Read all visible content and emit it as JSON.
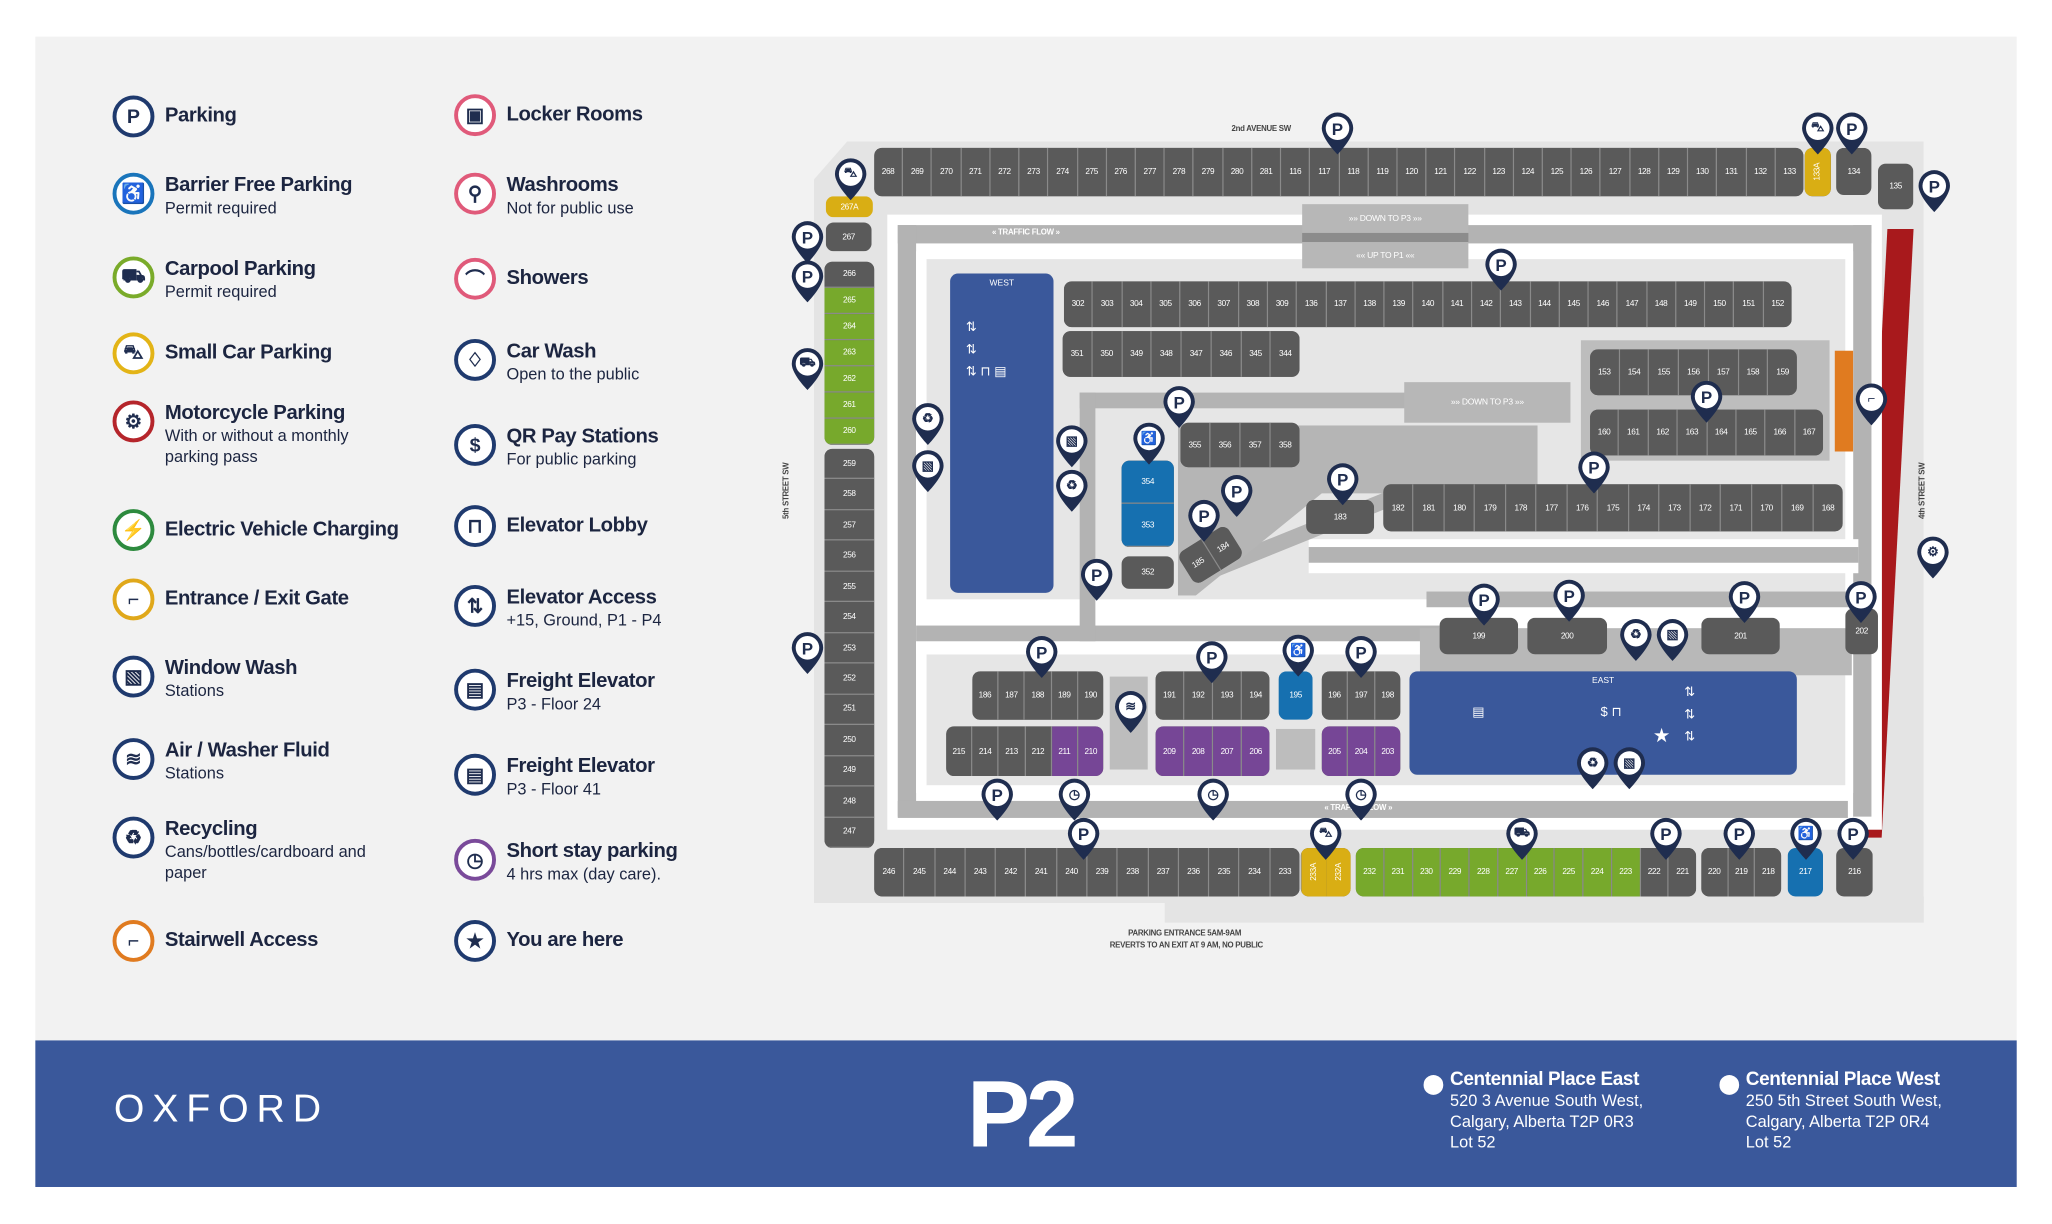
{
  "legend": {
    "left": [
      {
        "icon": "parking-icon",
        "glyph": "P",
        "color": "#1f3a6e",
        "title": "Parking",
        "sub": ""
      },
      {
        "icon": "barrier-free-icon",
        "glyph": "♿",
        "color": "#1a75bb",
        "title": "Barrier Free Parking",
        "sub": "Permit required"
      },
      {
        "icon": "carpool-icon",
        "glyph": "⛟",
        "color": "#7aab2a",
        "title": "Carpool Parking",
        "sub": "Permit required"
      },
      {
        "icon": "small-car-icon",
        "glyph": "⛍",
        "color": "#e3b417",
        "title": "Small Car Parking",
        "sub": ""
      },
      {
        "icon": "motorcycle-icon",
        "glyph": "⚙",
        "color": "#b5252b",
        "title": "Motorcycle Parking",
        "sub": "With or without a monthly parking pass"
      },
      {
        "icon": "ev-charging-icon",
        "glyph": "⚡",
        "color": "#2d8a3e",
        "title": "Electric Vehicle Charging",
        "sub": ""
      },
      {
        "icon": "gate-icon",
        "glyph": "⌐",
        "color": "#e0a81a",
        "title": "Entrance / Exit Gate",
        "sub": ""
      },
      {
        "icon": "window-wash-icon",
        "glyph": "▧",
        "color": "#1f3a6e",
        "title": "Window Wash",
        "sub": "Stations"
      },
      {
        "icon": "air-washer-fluid-icon",
        "glyph": "≋",
        "color": "#1f3a6e",
        "title": "Air / Washer Fluid",
        "sub": "Stations"
      },
      {
        "icon": "recycling-icon",
        "glyph": "♻",
        "color": "#1f3a6e",
        "title": "Recycling",
        "sub": "Cans/bottles/cardboard and paper"
      },
      {
        "icon": "stairwell-icon",
        "glyph": "⌐",
        "color": "#e07b20",
        "title": "Stairwell Access",
        "sub": ""
      }
    ],
    "right": [
      {
        "icon": "locker-icon",
        "glyph": "▣",
        "color": "#e05a7a",
        "title": "Locker Rooms",
        "sub": ""
      },
      {
        "icon": "washroom-icon",
        "glyph": "⚲",
        "color": "#e05a7a",
        "title": "Washrooms",
        "sub": "Not for public use"
      },
      {
        "icon": "shower-icon",
        "glyph": "⌒",
        "color": "#e05a7a",
        "title": "Showers",
        "sub": ""
      },
      {
        "icon": "car-wash-icon",
        "glyph": "♢",
        "color": "#1f3a6e",
        "title": "Car Wash",
        "sub": "Open to the public"
      },
      {
        "icon": "qr-pay-icon",
        "glyph": "$",
        "color": "#1f3a6e",
        "title": "QR Pay Stations",
        "sub": "For public parking"
      },
      {
        "icon": "elevator-lobby-icon",
        "glyph": "⊓",
        "color": "#1f3a6e",
        "title": "Elevator Lobby",
        "sub": ""
      },
      {
        "icon": "elevator-access-icon",
        "glyph": "⇅",
        "color": "#1f3a6e",
        "title": "Elevator Access",
        "sub": "+15, Ground, P1 - P4"
      },
      {
        "icon": "freight-elevator-icon",
        "glyph": "▤",
        "color": "#1f3a6e",
        "title": "Freight Elevator",
        "sub": "P3 - Floor 24"
      },
      {
        "icon": "freight-elevator-icon",
        "glyph": "▤",
        "color": "#1f3a6e",
        "title": "Freight Elevator",
        "sub": "P3 - Floor 41"
      },
      {
        "icon": "short-stay-icon",
        "glyph": "◷",
        "color": "#7a4a9a",
        "title": "Short stay parking",
        "sub": "4 hrs max (day care)."
      },
      {
        "icon": "star-icon",
        "glyph": "★",
        "color": "#1f3a6e",
        "title": "You are here",
        "sub": ""
      }
    ]
  },
  "map": {
    "pin_letter": "P",
    "labels": {
      "street_north": "2nd AVENUE SW",
      "street_west": "5th STREET SW",
      "street_east": "4th STREET SW",
      "traffic_flow": "« TRAFFIC FLOW »",
      "traffic_flow_bottom": "« TRAFFIC FLOW »",
      "down_to_p3": "»» DOWN TO P3 »»",
      "up_to_p1": "«« UP TO P1 ««",
      "down_to_p3_2": "»» DOWN TO P3 »»",
      "west": "WEST",
      "east": "EAST",
      "entrance_1": "PARKING ENTRANCE 5AM-9AM",
      "entrance_2": "REVERTS TO AN EXIT AT 9 AM, NO PUBLIC"
    },
    "rows": {
      "top": [
        "268",
        "269",
        "270",
        "271",
        "272",
        "273",
        "274",
        "275",
        "276",
        "277",
        "278",
        "279",
        "280",
        "281",
        "116",
        "117",
        "118",
        "119",
        "120",
        "121",
        "122",
        "123",
        "124",
        "125",
        "126",
        "127",
        "128",
        "129",
        "130",
        "131",
        "132",
        "133"
      ],
      "r133A": [
        "133A"
      ],
      "r134": [
        "134"
      ],
      "r135": [
        "135"
      ],
      "r267A": [
        "267A"
      ],
      "r267": [
        "267"
      ],
      "leftA": [
        "266",
        "265",
        "264",
        "263",
        "262",
        "261",
        "260"
      ],
      "leftB": [
        "259",
        "258",
        "257",
        "256",
        "255",
        "254",
        "253",
        "252",
        "251",
        "250",
        "249",
        "248",
        "247"
      ],
      "bottomA": [
        "246",
        "245",
        "244",
        "243",
        "242",
        "241",
        "240",
        "239",
        "238",
        "237",
        "236",
        "235",
        "234",
        "233"
      ],
      "bottomY": [
        "233A",
        "232A"
      ],
      "bottomG": [
        "232",
        "231",
        "230",
        "229",
        "228",
        "227",
        "226",
        "225",
        "224",
        "223",
        "222",
        "221"
      ],
      "bottomC": [
        "220",
        "219",
        "218"
      ],
      "r217": [
        "217"
      ],
      "r216": [
        "216"
      ],
      "r302": [
        "302",
        "303",
        "304",
        "305",
        "306",
        "307",
        "308",
        "309",
        "136",
        "137",
        "138",
        "139",
        "140",
        "141",
        "142",
        "143",
        "144",
        "145",
        "146",
        "147",
        "148",
        "149",
        "150",
        "151",
        "152"
      ],
      "r351": [
        "351",
        "350",
        "349",
        "348",
        "347",
        "346",
        "345",
        "344"
      ],
      "r153": [
        "153",
        "154",
        "155",
        "156",
        "157",
        "158",
        "159"
      ],
      "r160": [
        "160",
        "161",
        "162",
        "163",
        "164",
        "165",
        "166",
        "167"
      ],
      "r355": [
        "355",
        "356",
        "357",
        "358"
      ],
      "r354": [
        "354",
        "353"
      ],
      "r352": [
        "352"
      ],
      "r183": [
        "183"
      ],
      "r182": [
        "182",
        "181",
        "180",
        "179",
        "178",
        "177",
        "176",
        "175",
        "174",
        "173",
        "172",
        "171",
        "170",
        "169",
        "168"
      ],
      "r185": [
        "185",
        "184"
      ],
      "r199": [
        "199"
      ],
      "r200": [
        "200"
      ],
      "r201": [
        "201"
      ],
      "r202": [
        "202"
      ],
      "r186": [
        "186",
        "187",
        "188",
        "189",
        "190"
      ],
      "r215": [
        "215",
        "214",
        "213",
        "212",
        "211",
        "210"
      ],
      "r191": [
        "191",
        "192",
        "193",
        "194"
      ],
      "r195": [
        "195"
      ],
      "r196": [
        "196",
        "197",
        "198"
      ],
      "r209": [
        "209",
        "208",
        "207",
        "206"
      ],
      "r205": [
        "205",
        "204",
        "203"
      ]
    },
    "stall_types": {
      "small": [
        "267A",
        "133A",
        "233A",
        "232A"
      ],
      "carpool": [
        "265",
        "264",
        "263",
        "262",
        "261",
        "260",
        "232",
        "231",
        "230",
        "229",
        "228",
        "227",
        "226",
        "225",
        "224",
        "223"
      ],
      "barrier": [
        "354",
        "353",
        "195",
        "217"
      ],
      "short": [
        "211",
        "210",
        "209",
        "208",
        "207",
        "206",
        "205",
        "204",
        "203"
      ]
    },
    "colors": {
      "navy": "#1f2d4f",
      "floor": "#e4e4e4",
      "lane": "#b3b3b3",
      "stall": "#5a5a5a",
      "stairwell": "#e07b20",
      "street_bar": "#a8191c",
      "block": "#3a589b"
    }
  },
  "footer": {
    "logo": "OXFORD",
    "level": "P2",
    "locations": [
      {
        "name": "Centennial Place East",
        "line1": "520 3 Avenue South West,",
        "line2": "Calgary, Alberta T2P 0R3",
        "line3": "Lot 52"
      },
      {
        "name": "Centennial Place West",
        "line1": "250 5th Street South West,",
        "line2": "Calgary, Alberta T2P 0R4",
        "line3": "Lot 52"
      }
    ]
  }
}
